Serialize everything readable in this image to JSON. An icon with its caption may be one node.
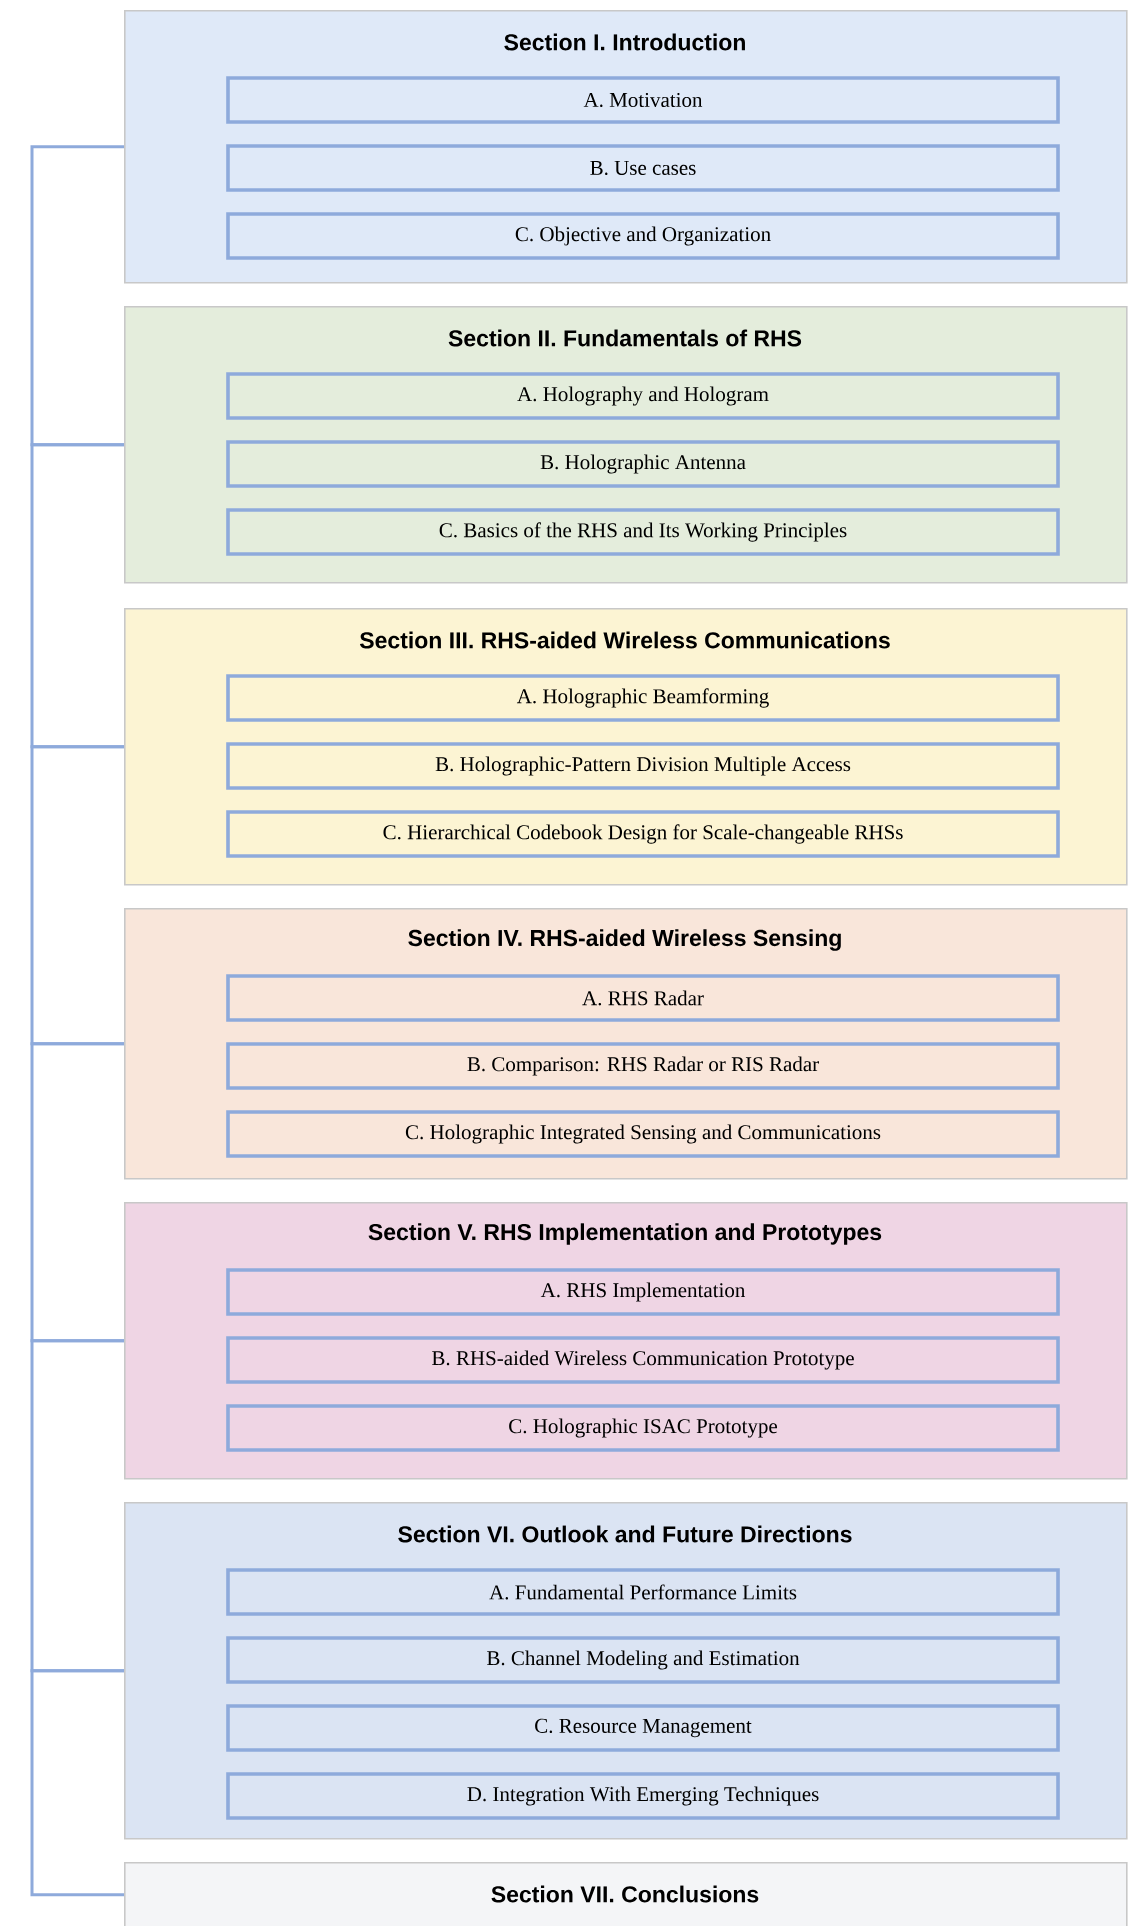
{
  "diagram": {
    "nodes": [
      {
        "text": [
          "Section I. Introduction"
        ]
      },
      {
        "text": [
          "A. Motivation"
        ],
        "in": 0
      },
      {
        "text": [
          "B. Use cases"
        ],
        "in": 0
      },
      {
        "text": [
          "C. Objective and Organization"
        ],
        "in": 0
      },
      {
        "text": [
          "Section II. Fundamentals of RHS"
        ]
      },
      {
        "text": [
          "A. Holography and Hologram"
        ],
        "in": 4
      },
      {
        "text": [
          "B. Holographic Antenna"
        ],
        "in": 4
      },
      {
        "text": [
          "C. Basics of the RHS and Its Working Principles"
        ],
        "in": 4
      },
      {
        "text": [
          "Section III. RHS-aided Wireless Communications"
        ]
      },
      {
        "text": [
          "A. Holographic Beamforming"
        ],
        "in": 8
      },
      {
        "text": [
          "B. Holographic-Pattern Division Multiple Access"
        ],
        "in": 8
      },
      {
        "text": [
          "C. Hierarchical Codebook Design for Scale-changeable RHSs"
        ],
        "in": 8
      },
      {
        "text": [
          "Section IV. RHS-aided Wireless Sensing"
        ]
      },
      {
        "text": [
          "A. RHS Radar"
        ],
        "in": 12
      },
      {
        "text": [
          "B. Comparison: RHS Radar or RIS Radar"
        ],
        "in": 12
      },
      {
        "text": [
          "C. Holographic Integrated Sensing and Communications"
        ],
        "in": 12
      },
      {
        "text": [
          "Section V. RHS Implementation and Prototypes"
        ]
      },
      {
        "text": [
          "A. RHS Implementation"
        ],
        "in": 16
      },
      {
        "text": [
          "B. RHS-aided Wireless Communication Prototype"
        ],
        "in": 16
      },
      {
        "text": [
          "C. Holographic ISAC Prototype"
        ],
        "in": 16
      },
      {
        "text": [
          "Section VI. Outlook and Future Directions"
        ]
      },
      {
        "text": [
          "A. Fundamental Performance Limits"
        ],
        "in": 20
      },
      {
        "text": [
          "B. Channel Modeling and Estimation"
        ],
        "in": 20
      },
      {
        "text": [
          "C. Resource Management"
        ],
        "in": 20
      },
      {
        "text": [
          "D. Integration With Emerging Techniques"
        ],
        "in": 20
      },
      {
        "text": [
          "Section VII. Conclusions"
        ]
      }
    ],
    "edges": [
      {
        "from": 0,
        "to": 4,
        "arrow": "none"
      },
      {
        "from": 4,
        "to": 8,
        "arrow": "none"
      },
      {
        "from": 8,
        "to": 12,
        "arrow": "none"
      },
      {
        "from": 12,
        "to": 16,
        "arrow": "none"
      },
      {
        "from": 16,
        "to": 20,
        "arrow": "none"
      },
      {
        "from": 20,
        "to": 25,
        "arrow": "none"
      }
    ]
  }
}
